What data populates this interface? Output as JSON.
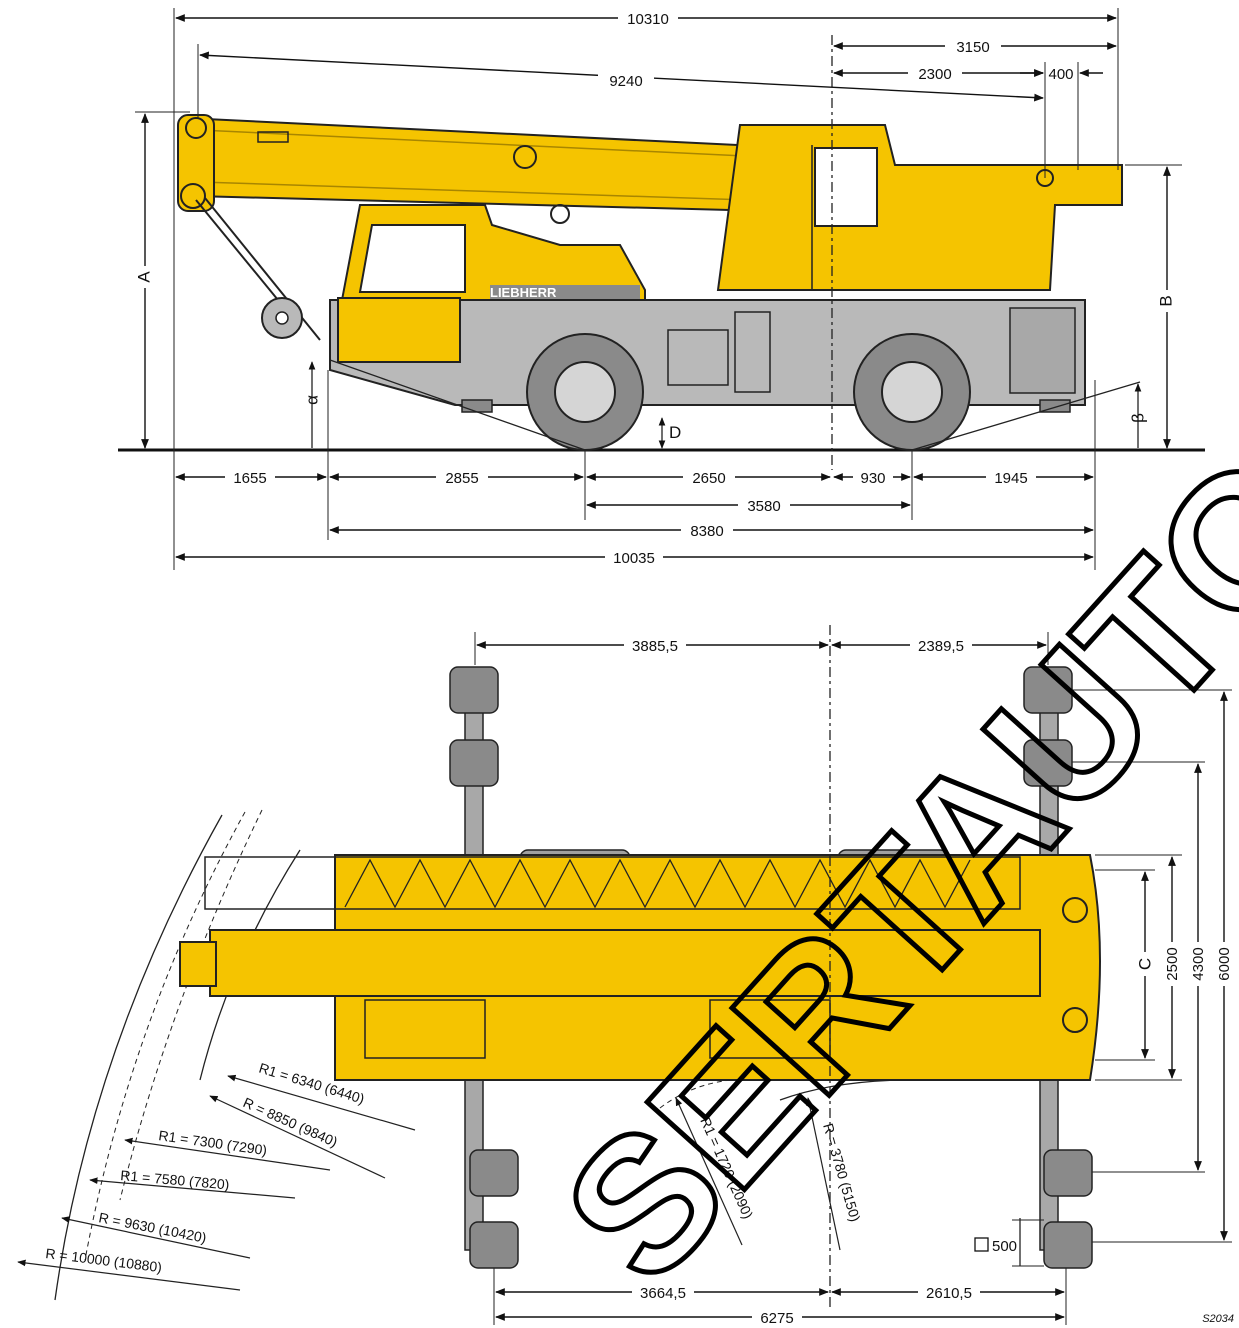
{
  "side_view": {
    "dims_top": {
      "overall_length": "10310",
      "boom_length": "9240",
      "rear_3150": "3150",
      "rear_2300": "2300",
      "rear_400": "400"
    },
    "dims_bottom": {
      "d1655": "1655",
      "d2855": "2855",
      "d2650": "2650",
      "d930": "930",
      "d1945": "1945",
      "d3580": "3580",
      "d8380": "8380",
      "d10035": "10035"
    },
    "labels": {
      "A": "A",
      "B": "B",
      "D": "D",
      "alpha": "α",
      "beta": "β",
      "brand": "LIEBHERR"
    }
  },
  "top_view": {
    "dims_top": {
      "front": "3885,5",
      "rear": "2389,5"
    },
    "dims_bottom": {
      "front": "3664,5",
      "rear": "2610,5",
      "total": "6275"
    },
    "dims_right": {
      "C": "C",
      "w2500": "2500",
      "w4300": "4300",
      "w6000": "6000"
    },
    "pad": "500",
    "radii": [
      "R1 = 6340 (6440)",
      "R = 8850 (9840)",
      "R1 = 7300 (7290)",
      "R1 = 7580 (7820)",
      "R = 9630 (10420)",
      "R = 10000 (10880)",
      "R1 = 1720 (2090)",
      "R = 3780 (5150)"
    ]
  },
  "drawing_code": "S2034",
  "watermark": "SERTAUTO.RU",
  "colors": {
    "body": "#f5c400",
    "chassis": "#b9b9b9",
    "outline": "#222222"
  }
}
